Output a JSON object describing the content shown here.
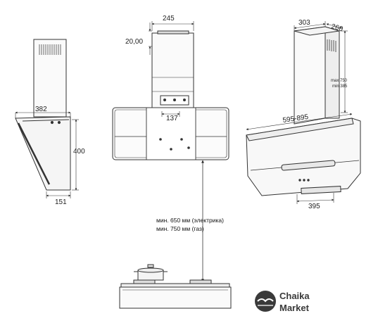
{
  "side_view": {
    "width_label": "382",
    "height_label": "400",
    "depth_label": "151"
  },
  "front_view": {
    "top_width_label": "245",
    "offset_label": "20,00",
    "mount_label": "137"
  },
  "iso_view": {
    "chimney_width_label": "303",
    "chimney_depth_label": "260",
    "height_max_label": "max 750",
    "height_min_label": "min 385",
    "body_width_label": "595-895",
    "base_width_label": "395"
  },
  "clearance_note": {
    "line1": "мин. 650 мм (электрика)",
    "line2": "мин. 750 мм (газ)"
  },
  "logo": {
    "line1": "Chaika",
    "line2": "Market",
    "color": "#3a3a3a"
  }
}
